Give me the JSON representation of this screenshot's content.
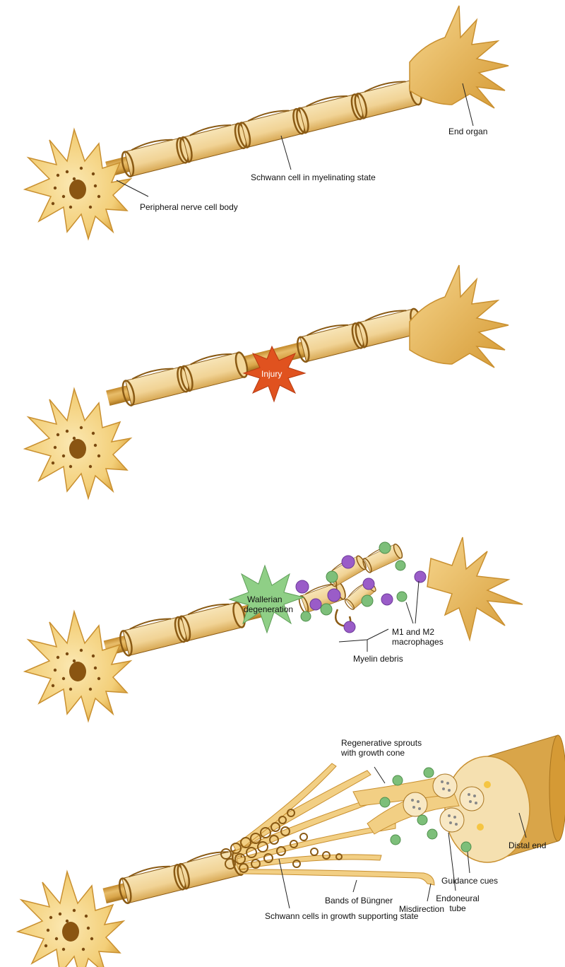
{
  "panel1": {
    "end_organ": "End organ",
    "schwann_myelinating": "Schwann cell in myelinating state",
    "cell_body": "Peripheral nerve cell body"
  },
  "panel2": {
    "injury": "Injury"
  },
  "panel3": {
    "wallerian_1": "Wallerian",
    "wallerian_2": "degeneration",
    "macrophages_1": "M1 and M2",
    "macrophages_2": "macrophages",
    "myelin_debris": "Myelin debris"
  },
  "panel4": {
    "sprouts_1": "Regenerative sprouts",
    "sprouts_2": "with growth cone",
    "distal_end": "Distal end",
    "guidance_cues": "Guidance cues",
    "endoneural_1": "Endoneural",
    "endoneural_2": "tube",
    "bands_bungner": "Bands of Büngner",
    "misdirection": "Misdirection",
    "schwann_growth": "Schwann cells in growth supporting state"
  },
  "colors": {
    "cell_fill": "#f7d98a",
    "axon_fill": "#d6a442",
    "myelin_stroke": "#8a5a14",
    "nucleus": "#8a5512",
    "injury": "#e0521f",
    "wallerian": "#8fcf86",
    "macrophage_purple": "#9a5cc8",
    "macrophage_green": "#7dbf7a"
  }
}
